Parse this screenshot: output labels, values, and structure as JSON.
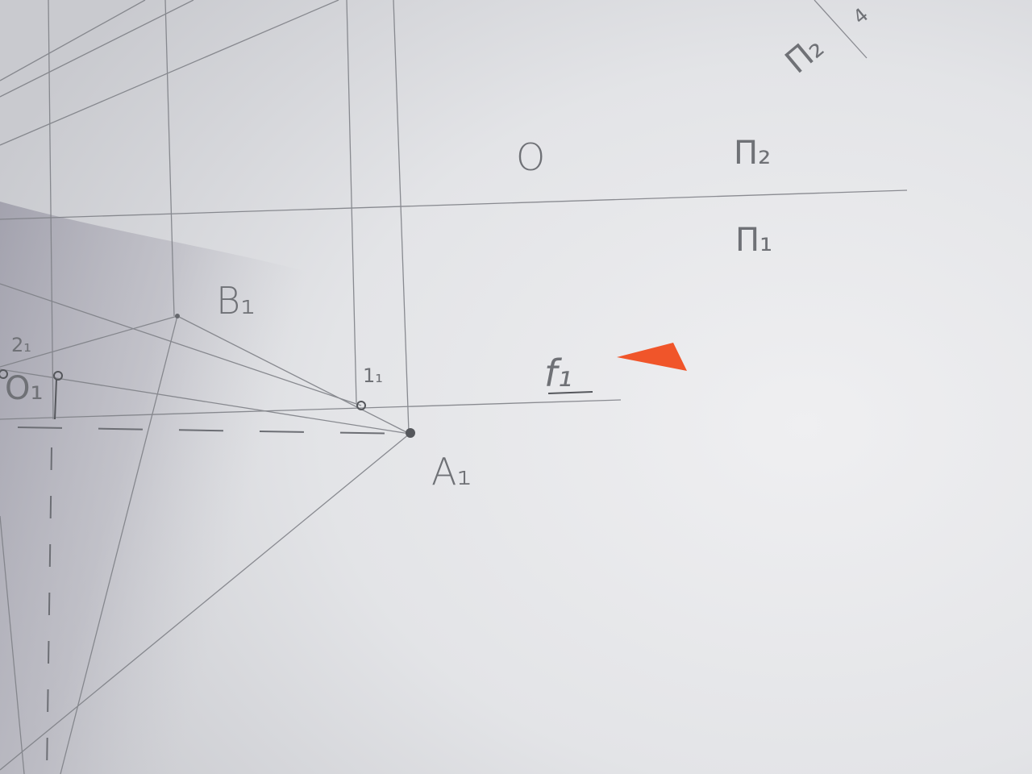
{
  "drawing": {
    "labels": {
      "origin": "O",
      "plane_v": "Π₂",
      "plane_h": "Π₁",
      "plane_v2": "Π₂",
      "plane_4": "4",
      "point_b": "B₁",
      "point_a": "A₁",
      "point_1": "1₁",
      "point_2": "2₁",
      "point_o": "O₁",
      "line_f": "f₁"
    },
    "colors": {
      "paper_light": "#ececee",
      "paper_shadow": "#b4b4bc",
      "pencil": "#7a7c82",
      "marker": "#f0552a"
    }
  }
}
